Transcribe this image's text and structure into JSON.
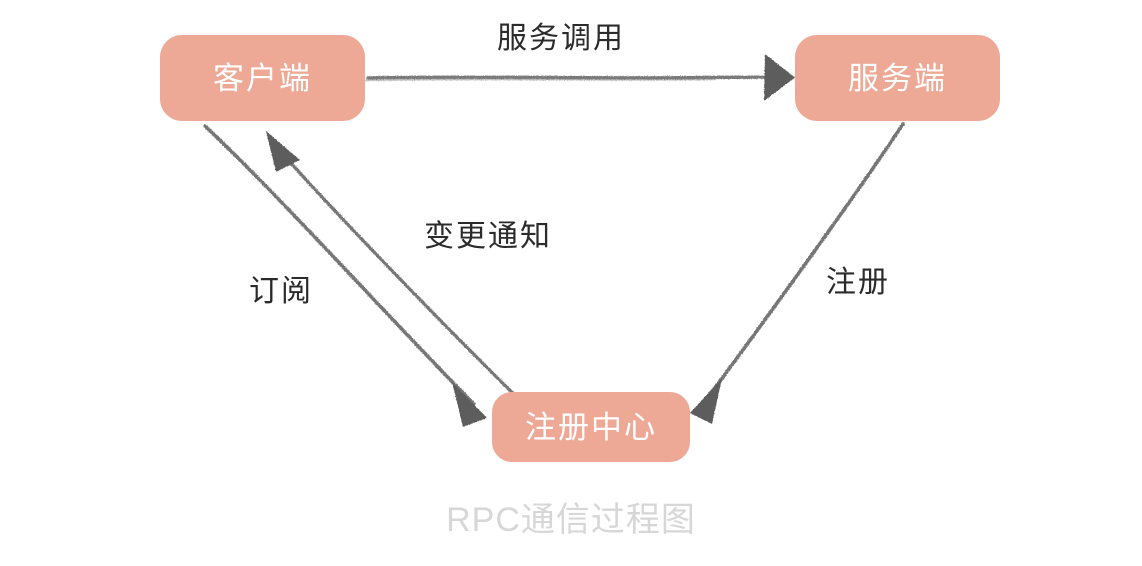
{
  "diagram": {
    "caption": "RPC通信过程图",
    "background_color": "#ffffff",
    "node_fill_color": "#eda896",
    "node_text_color": "#ffffff",
    "edge_color": "#6f6f6f",
    "edge_label_color": "#2b2b2b",
    "caption_color": "#d7d7d7",
    "nodes": [
      {
        "id": "client",
        "label": "客户端"
      },
      {
        "id": "server",
        "label": "服务端"
      },
      {
        "id": "registry",
        "label": "注册中心"
      }
    ],
    "edges": [
      {
        "id": "service-call",
        "label": "服务调用",
        "from": "client",
        "to": "server"
      },
      {
        "id": "register",
        "label": "注册",
        "from": "server",
        "to": "registry"
      },
      {
        "id": "subscribe",
        "label": "订阅",
        "from": "client",
        "to": "registry"
      },
      {
        "id": "change-notify",
        "label": "变更通知",
        "from": "registry",
        "to": "client"
      }
    ]
  }
}
